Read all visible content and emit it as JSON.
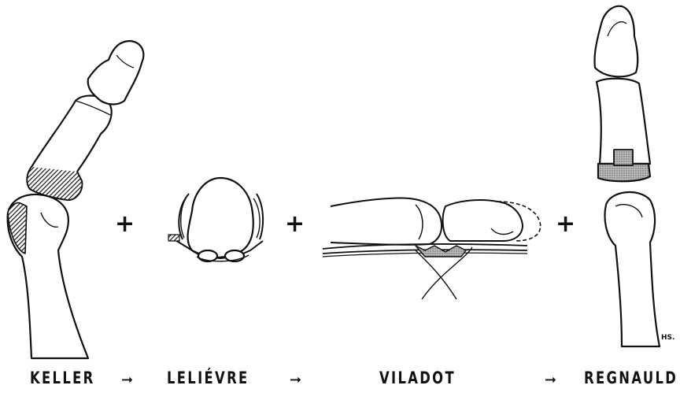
{
  "labels": [
    "KELLER",
    "LELIÉVRE",
    "VILADOT",
    "REGNAULD"
  ],
  "connectors": [
    "+",
    "+",
    "+"
  ],
  "arrow_glyph": "➞",
  "signature": "HS.",
  "colors": {
    "ink": "#111111",
    "hatch": "#222222",
    "paper": "#ffffff"
  }
}
